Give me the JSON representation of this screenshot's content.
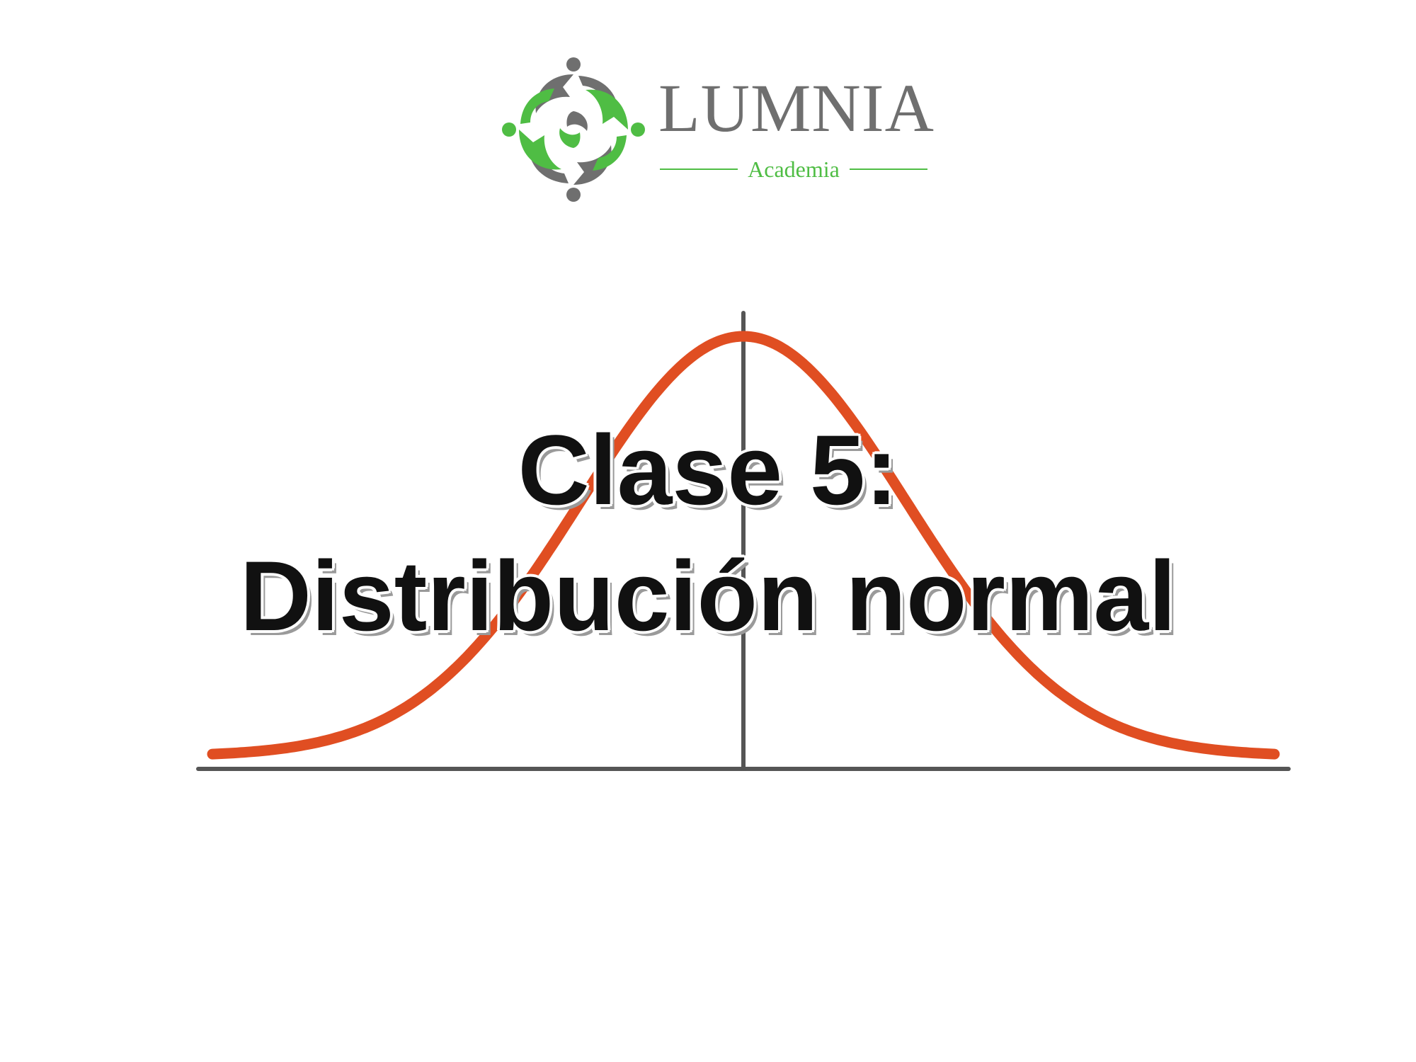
{
  "logo": {
    "brand": "LUMNIA",
    "subtitle": "Academia",
    "icon": "people-circle-arrows-icon",
    "colors": {
      "green": "#4fbd44",
      "gray": "#6f6f6f"
    }
  },
  "title": {
    "line1": "Clase 5:",
    "line2": "Distribución normal"
  },
  "figure": {
    "icon": "normal-distribution-curve-icon",
    "curve_color": "#e04e22",
    "axis_color": "#555555"
  }
}
